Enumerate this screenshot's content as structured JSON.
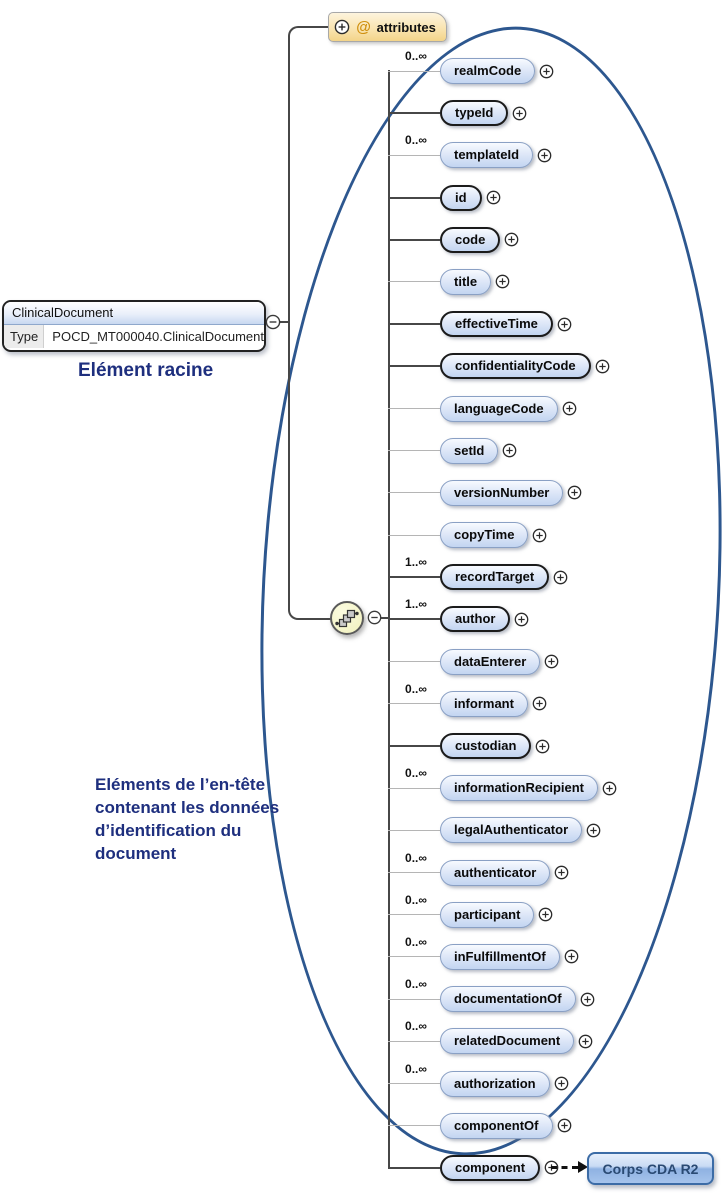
{
  "diagram": {
    "root": {
      "name": "ClinicalDocument",
      "type_label": "Type",
      "type_value": "POCD_MT000040.ClinicalDocument"
    },
    "root_caption": "Elément racine",
    "attributes": {
      "at_symbol": "@",
      "label": "attributes"
    },
    "header_caption": "Eléments de l’en-tête contenant les données d’identification du document",
    "corps_label": "Corps CDA R2",
    "children": [
      {
        "name": "realmCode",
        "cardinality": "0..∞",
        "required": false
      },
      {
        "name": "typeId",
        "cardinality": "",
        "required": true
      },
      {
        "name": "templateId",
        "cardinality": "0..∞",
        "required": false
      },
      {
        "name": "id",
        "cardinality": "",
        "required": true
      },
      {
        "name": "code",
        "cardinality": "",
        "required": true
      },
      {
        "name": "title",
        "cardinality": "",
        "required": false
      },
      {
        "name": "effectiveTime",
        "cardinality": "",
        "required": true
      },
      {
        "name": "confidentialityCode",
        "cardinality": "",
        "required": true
      },
      {
        "name": "languageCode",
        "cardinality": "",
        "required": false
      },
      {
        "name": "setId",
        "cardinality": "",
        "required": false
      },
      {
        "name": "versionNumber",
        "cardinality": "",
        "required": false
      },
      {
        "name": "copyTime",
        "cardinality": "",
        "required": false
      },
      {
        "name": "recordTarget",
        "cardinality": "1..∞",
        "required": true
      },
      {
        "name": "author",
        "cardinality": "1..∞",
        "required": true
      },
      {
        "name": "dataEnterer",
        "cardinality": "",
        "required": false
      },
      {
        "name": "informant",
        "cardinality": "0..∞",
        "required": false
      },
      {
        "name": "custodian",
        "cardinality": "",
        "required": true
      },
      {
        "name": "informationRecipient",
        "cardinality": "0..∞",
        "required": false
      },
      {
        "name": "legalAuthenticator",
        "cardinality": "",
        "required": false
      },
      {
        "name": "authenticator",
        "cardinality": "0..∞",
        "required": false
      },
      {
        "name": "participant",
        "cardinality": "0..∞",
        "required": false
      },
      {
        "name": "inFulfillmentOf",
        "cardinality": "0..∞",
        "required": false
      },
      {
        "name": "documentationOf",
        "cardinality": "0..∞",
        "required": false
      },
      {
        "name": "relatedDocument",
        "cardinality": "0..∞",
        "required": false
      },
      {
        "name": "authorization",
        "cardinality": "0..∞",
        "required": false
      },
      {
        "name": "componentOf",
        "cardinality": "",
        "required": false
      },
      {
        "name": "component",
        "cardinality": "",
        "required": true
      }
    ],
    "colors": {
      "ellipse": "#2d578f",
      "caption_navy": "#1e2f7e",
      "attr_bg": "#f9e3ad",
      "box_fill_bottom": "#c3d5f1",
      "required_border": "#1b1b1b",
      "optional_border": "#8aa0c4"
    }
  }
}
